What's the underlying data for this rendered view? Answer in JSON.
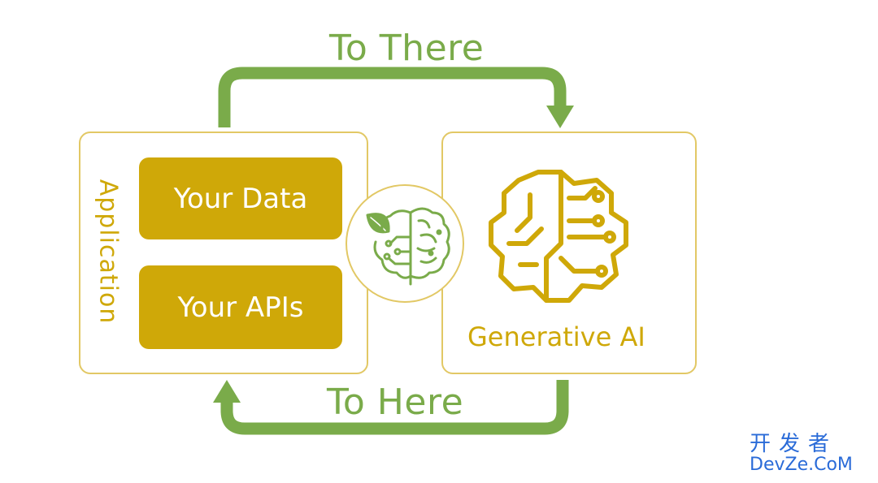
{
  "flow": {
    "to_there": "To There",
    "to_here": "To Here"
  },
  "application": {
    "label": "Application",
    "data_label": "Your Data",
    "apis_label": "Your APIs"
  },
  "ai": {
    "label": "Generative AI"
  },
  "watermark": {
    "chinese": "开发者",
    "english": "DevZe.CoM"
  },
  "colors": {
    "green": "#7aab4a",
    "gold": "#cfa808",
    "outline": "#e2c865",
    "watermark": "#2a6bd8"
  },
  "icons": {
    "center": "leaf-brain-icon",
    "ai": "brain-circuit-icon"
  }
}
